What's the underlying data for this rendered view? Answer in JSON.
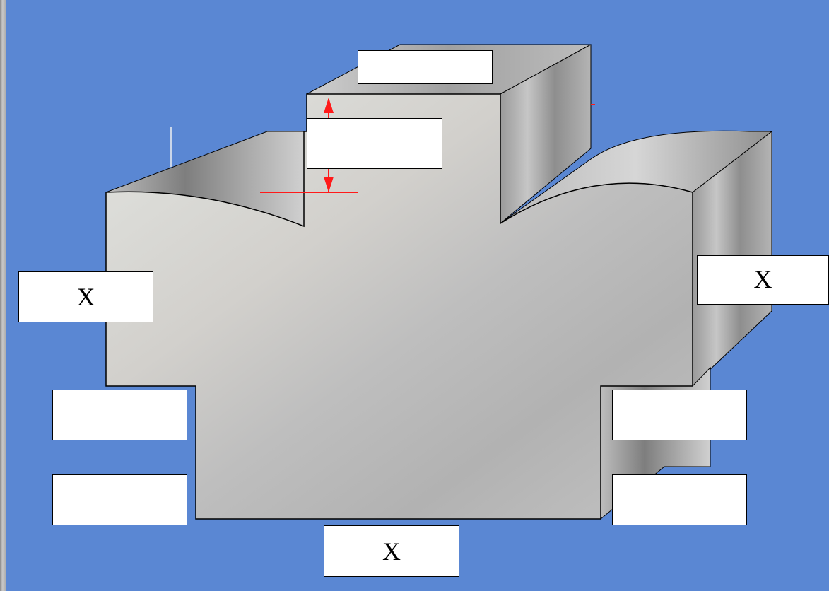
{
  "labels": {
    "top_small": "",
    "dimension": "",
    "left": "X",
    "right": "X",
    "left_mid": "",
    "right_mid": "",
    "left_low": "",
    "right_low": "",
    "bottom": "X"
  },
  "colors": {
    "background": "#5a87d3",
    "dimension_line": "#ff1a1a",
    "label_fill": "#ffffff",
    "outline": "#000000"
  }
}
